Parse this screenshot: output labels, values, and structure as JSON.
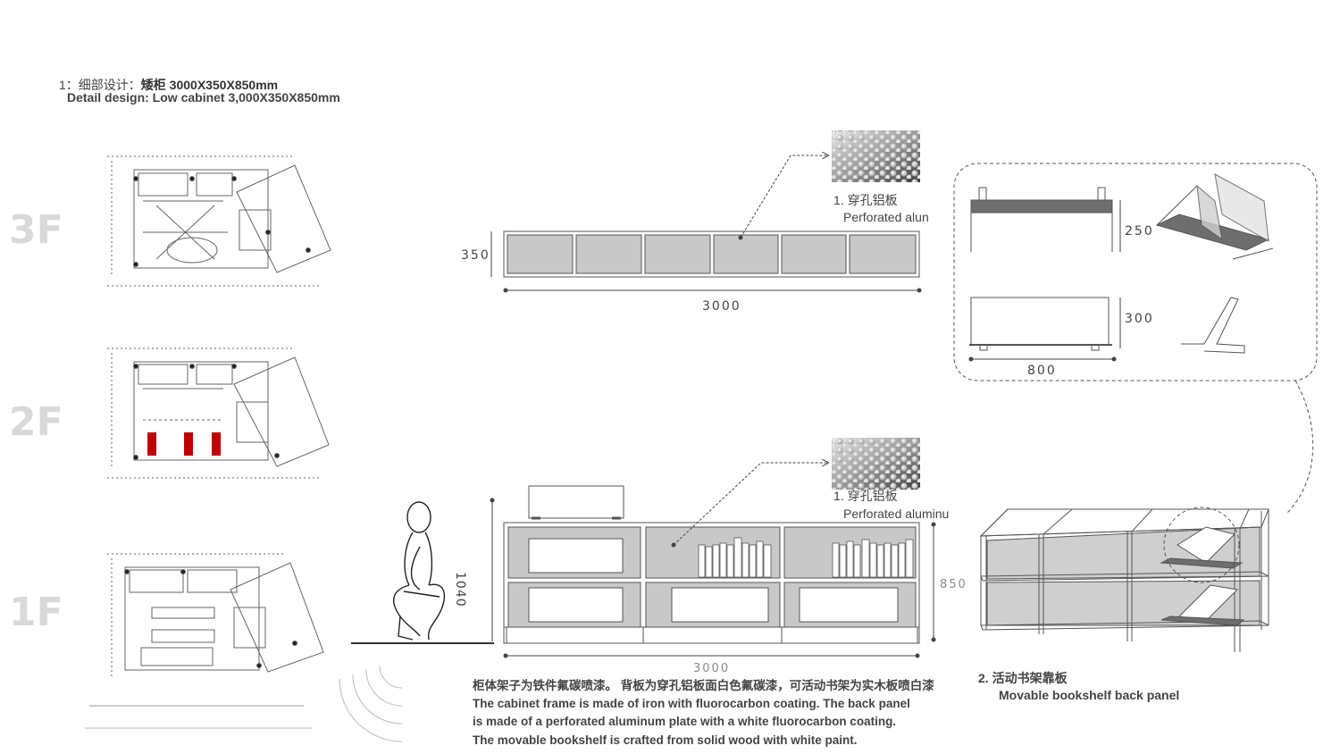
{
  "header": {
    "title_cn_prefix": "1：细部设计：",
    "title_cn_bold": "矮柜   3000X350X850mm",
    "title_en": "Detail design: Low cabinet 3,000X350X850mm"
  },
  "floors": [
    "3F",
    "2F",
    "1F"
  ],
  "top_elevation": {
    "height_dim": "350",
    "width_dim": "3000",
    "callout_cn": "1.  穿孔铝板",
    "callout_en": "Perforated alun"
  },
  "detail_box": {
    "dim_250": "250",
    "dim_300": "300",
    "dim_800": "800"
  },
  "front_elevation": {
    "height_1040": "1040",
    "height_850": "850",
    "width_dim": "3000",
    "callout_cn": "1.  穿孔铝板",
    "callout_en": "Perforated aluminu"
  },
  "description": {
    "cn": "柜体架子为铁件氟碳喷漆。 背板为穿孔铝板面白色氟碳漆，可活动书架为实木板喷白漆",
    "en_line1": "The cabinet frame is made of iron with fluorocarbon coating. The back panel",
    "en_line2": "is made of a perforated aluminum plate with a white fluorocarbon coating.",
    "en_line3": "The movable bookshelf is crafted from solid wood with white paint."
  },
  "movable_panel": {
    "label_cn": "2.  活动书架靠板",
    "label_en": "Movable bookshelf back panel"
  },
  "colors": {
    "panel_fill": "#c8c8c8",
    "floor_label": "#d9d9d9",
    "highlight_red": "#c00000",
    "line": "#555555"
  }
}
